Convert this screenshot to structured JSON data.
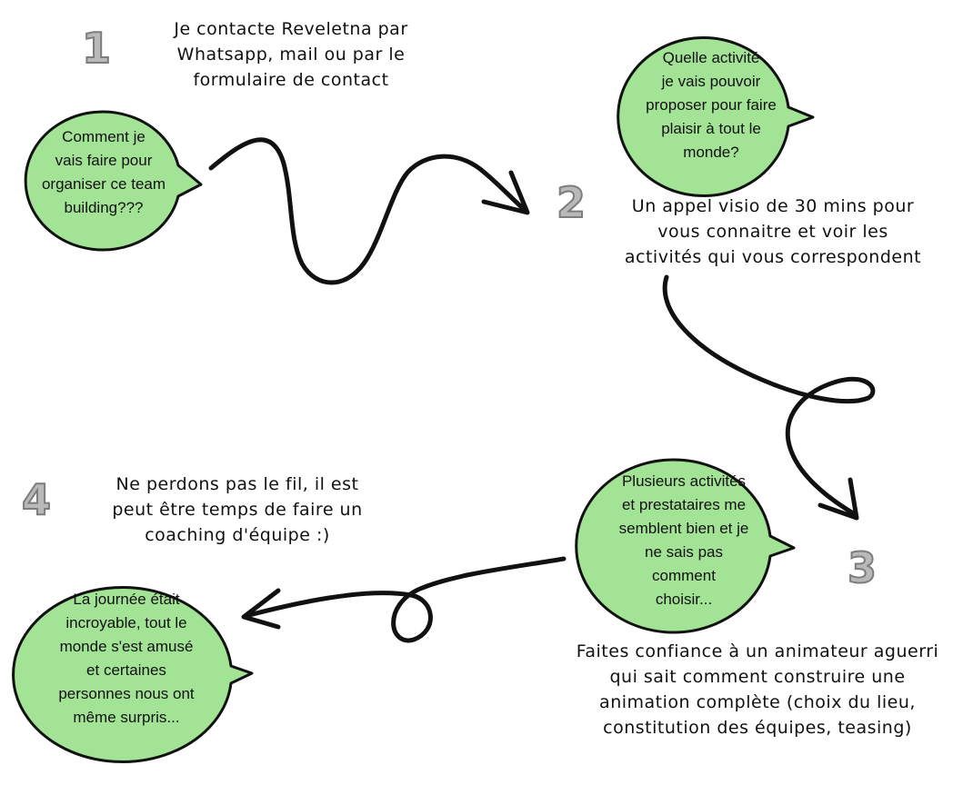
{
  "colors": {
    "bubble_fill": "#a3e395",
    "stroke": "#111111",
    "number": "#b9b9b9"
  },
  "steps": [
    {
      "number": "1",
      "caption": "Je contacte Reveletna par\nWhatsapp, mail ou par le\nformulaire de contact",
      "bubble": "Comment je\nvais faire pour\norganiser ce team\nbuilding???"
    },
    {
      "number": "2",
      "caption": "Un appel visio de 30 mins pour\nvous connaitre et voir les\nactivités qui vous correspondent",
      "bubble": "Quelle activité\nje vais pouvoir\nproposer pour faire\nplaisir à tout le\nmonde?"
    },
    {
      "number": "3",
      "caption": "Faites confiance à un animateur aguerri\nqui sait comment construire une\nanimation complète (choix du lieu,\nconstitution des équipes, teasing)",
      "bubble": "Plusieurs activités\net prestataires me\nsemblent bien et je\nne sais pas\ncomment\nchoisir..."
    },
    {
      "number": "4",
      "caption": "Ne perdons pas le fil, il est\npeut être temps de faire un\ncoaching d'équipe :)",
      "bubble": "La journée était\nincroyable, tout le\nmonde s'est amusé\net certaines\npersonnes nous ont\nmême surpris..."
    }
  ]
}
